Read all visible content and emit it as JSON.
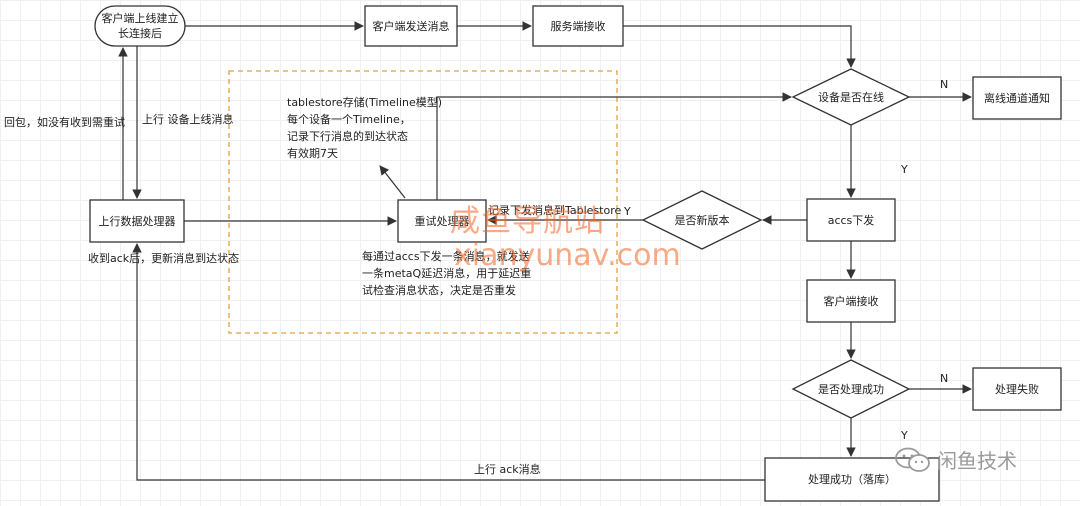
{
  "nodes": {
    "client_online": "客户端上线建立\n长连接后",
    "client_send": "客户端发送消息",
    "server_recv": "服务端接收",
    "device_online": "设备是否在线",
    "offline_notify": "离线通道通知",
    "upstream_processor": "上行数据处理器",
    "retry_processor": "重试处理器",
    "is_new_version": "是否新版本",
    "accs_push": "accs下发",
    "client_recv": "客户端接收",
    "process_ok_check": "是否处理成功",
    "process_fail": "处理失败",
    "process_ok": "处理成功（落库）"
  },
  "labels": {
    "retry_note": "回包，如没有收到需重试",
    "upstream_online": "上行 设备上线消息",
    "ack_received": "收到ack后，更新消息到达状态",
    "tablestore_note": "tablestore存储(Timeline模型)\n每个设备一个Timeline，\n记录下行消息的到达状态\n有效期7天",
    "record_tablestore": "记录下发消息到Tablestore",
    "accs_note": "每通过accs下发一条消息，就发送\n一条metaQ延迟消息，用于延迟重\n试检查消息状态，决定是否重发",
    "ack_message": "上行 ack消息",
    "n1": "N",
    "n2": "N",
    "y1": "Y",
    "y2": "Y",
    "y3": "Y"
  },
  "watermark": {
    "line1": "咸鱼导航站",
    "line2": "xianyunav.com"
  },
  "logo": {
    "text": "闲鱼技术",
    "icon": "wechat-icon"
  },
  "colors": {
    "stroke": "#333333",
    "dashed_box": "#e0a040",
    "watermark": "#f26522"
  }
}
